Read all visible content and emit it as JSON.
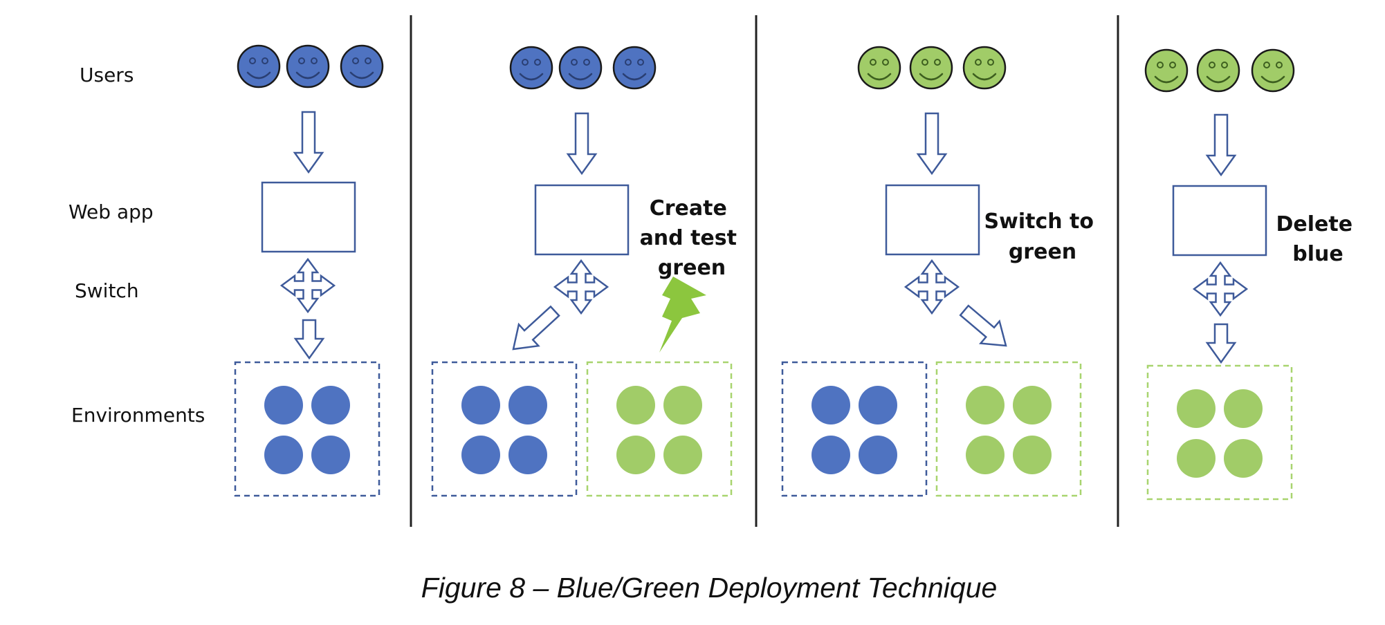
{
  "row_labels": {
    "users": "Users",
    "web_app": "Web app",
    "switch": "Switch",
    "environments": "Environments"
  },
  "steps": [
    {
      "note_lines": []
    },
    {
      "note_lines": [
        "Create",
        "and test",
        "green"
      ]
    },
    {
      "note_lines": [
        "Switch to",
        "green"
      ]
    },
    {
      "note_lines": [
        "Delete",
        "blue"
      ]
    }
  ],
  "caption": "Figure 8 – Blue/Green Deployment Technique",
  "colors": {
    "blue_fill": "#4f73c1",
    "blue_stroke": "#2a3f73",
    "green_fill": "#a1cc68",
    "green_stroke": "#3d5f1f",
    "outline": "#3e5a9a",
    "green_dash": "#a8d46e",
    "lightning": "#8cc63e",
    "divider": "#222222"
  }
}
